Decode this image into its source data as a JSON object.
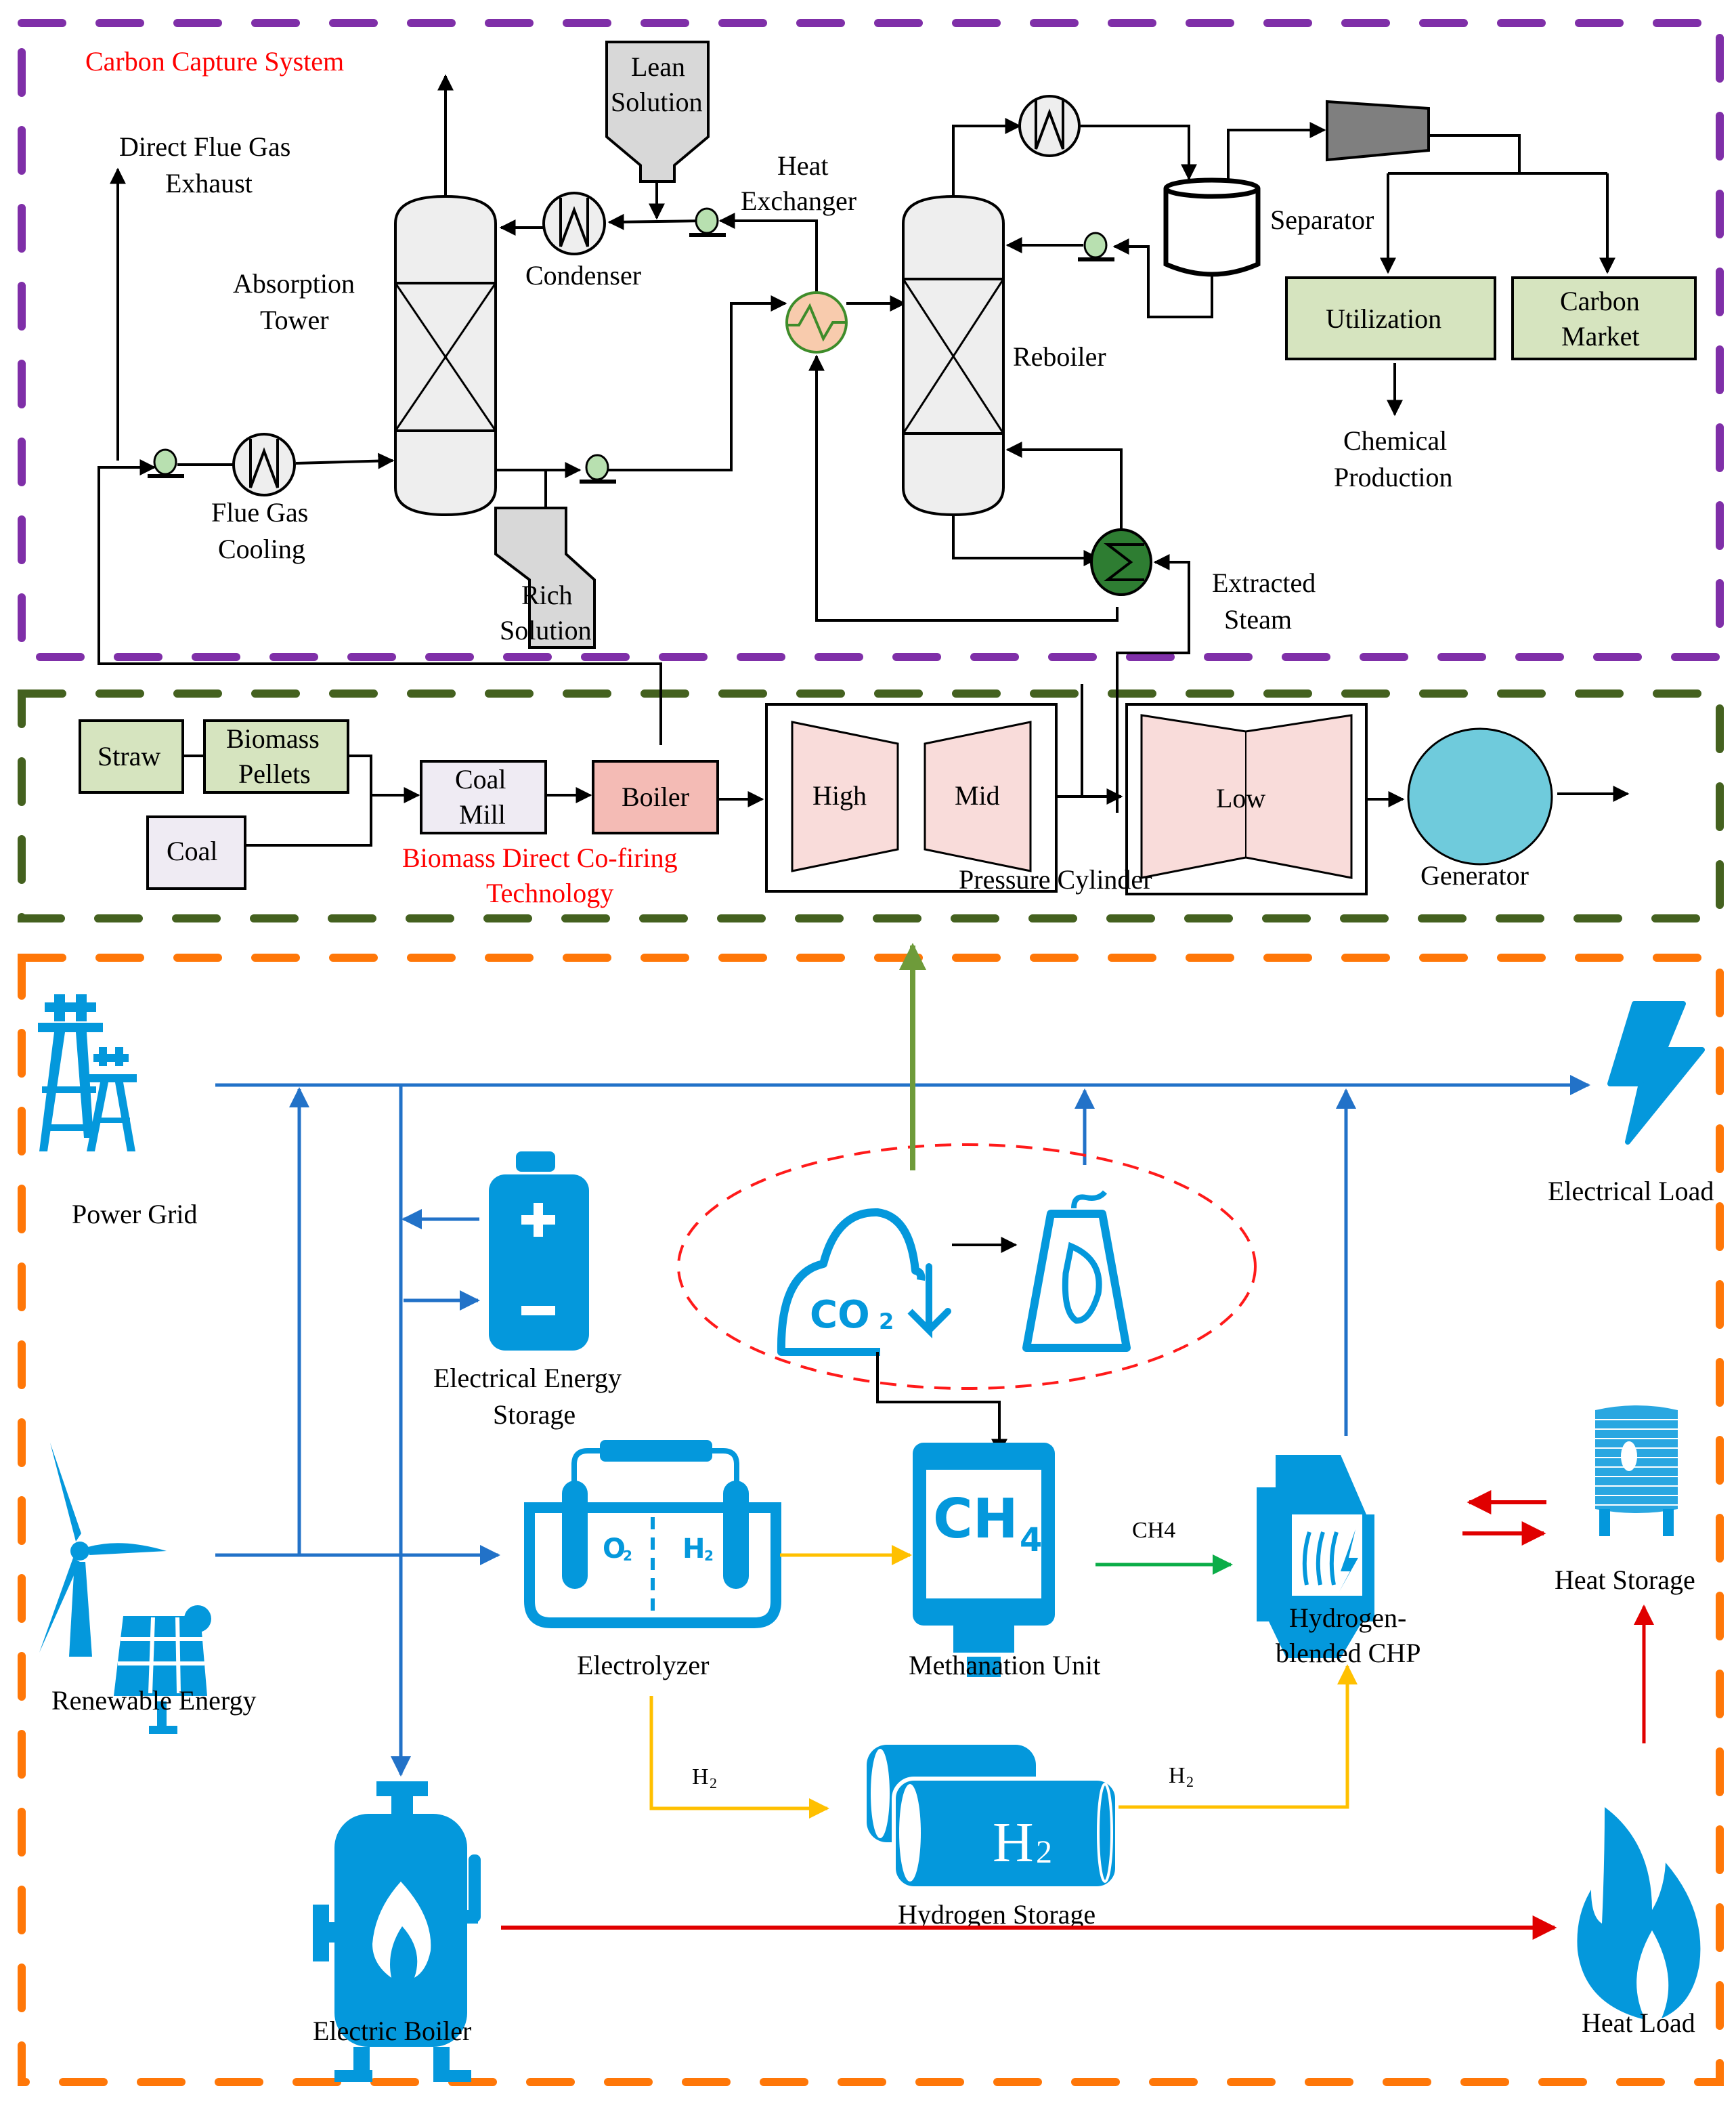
{
  "sections": {
    "carbon_capture": {
      "title": "Carbon Capture System",
      "border_color": "#7f2fa8"
    },
    "co_firing": {
      "title_line1": "Biomass Direct Co-firing",
      "title_line2": "Technology",
      "border_color": "#44611f"
    },
    "energy_system": {
      "border_color": "#ff7708"
    }
  },
  "carbon_capture": {
    "direct_flue_gas_1": "Direct Flue Gas",
    "direct_flue_gas_2": "Exhaust",
    "lean_solution_1": "Lean",
    "lean_solution_2": "Solution",
    "heat_exchanger_1": "Heat",
    "heat_exchanger_2": "Exchanger",
    "absorption_tower_1": "Absorption",
    "absorption_tower_2": "Tower",
    "condenser": "Condenser",
    "flue_gas_cooling_1": "Flue Gas",
    "flue_gas_cooling_2": "Cooling",
    "rich_solution_1": "Rich",
    "rich_solution_2": "Solution",
    "reboiler": "Reboiler",
    "separator": "Separator",
    "utilization": "Utilization",
    "carbon_market_1": "Carbon",
    "carbon_market_2": "Market",
    "chemical_production_1": "Chemical",
    "chemical_production_2": "Production",
    "extracted_steam_1": "Extracted",
    "extracted_steam_2": "Steam"
  },
  "co_firing": {
    "straw": "Straw",
    "biomass_pellets_1": "Biomass",
    "biomass_pellets_2": "Pellets",
    "coal": "Coal",
    "coal_mill_1": "Coal",
    "coal_mill_2": "Mill",
    "boiler": "Boiler",
    "high": "High",
    "mid": "Mid",
    "low": "Low",
    "pressure_cylinder": "Pressure Cylinder",
    "generator": "Generator"
  },
  "energy": {
    "power_grid": "Power Grid",
    "electrical_load": "Electrical Load",
    "ees_1": "Electrical Energy",
    "ees_2": "Storage",
    "co2_text": "CO",
    "co2_sub": "2",
    "renewable": "Renewable Energy",
    "electrolyzer": "Electrolyzer",
    "o2": "O",
    "h2": "H",
    "sub2": "2",
    "ch4_big": "CH",
    "ch4_sub": "4",
    "methanation": "Methanation Unit",
    "ch4_flow": "CH4",
    "chp_1": "Hydrogen-",
    "chp_2": "blended CHP",
    "heat_storage": "Heat Storage",
    "h2_flow_left": "H",
    "h2_flow_right": "H",
    "h2_tank": "H",
    "hydrogen_storage": "Hydrogen Storage",
    "electric_boiler": "Electric Boiler",
    "heat_load": "Heat Load"
  },
  "colors": {
    "electric_flow": "#2272c8",
    "gas_flow_ch4": "#0bad48",
    "hydrogen_flow": "#ffc000",
    "heat_flow": "#e00000",
    "co2_link": "#6e9b3a",
    "icon": "#0498dc"
  }
}
